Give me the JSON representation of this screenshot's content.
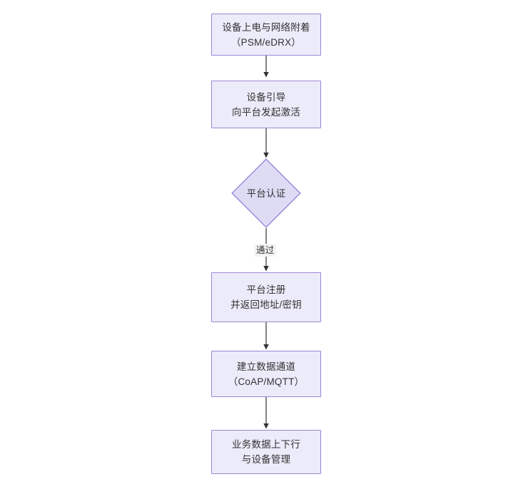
{
  "diagram": {
    "title": "",
    "type": "flowchart",
    "direction": "top-to-bottom",
    "colors": {
      "rect_fill": "#ecebfa",
      "rect_border": "#9b86d9",
      "diamond_fill": "#dedcf5",
      "diamond_border": "#9b86d9",
      "edge_stroke": "#333333",
      "text": "#333333",
      "edge_label_bg": "#f4f4f4",
      "background": "#ffffff"
    },
    "nodes": [
      {
        "id": "n1",
        "shape": "rect",
        "lines": [
          "设备上电与网络附着",
          "（PSM/eDRX）"
        ]
      },
      {
        "id": "n2",
        "shape": "rect",
        "lines": [
          "设备引导",
          "向平台发起激活"
        ]
      },
      {
        "id": "n3",
        "shape": "diamond",
        "lines": [
          "平台认证"
        ]
      },
      {
        "id": "n4",
        "shape": "rect",
        "lines": [
          "平台注册",
          "并返回地址/密钥"
        ]
      },
      {
        "id": "n5",
        "shape": "rect",
        "lines": [
          "建立数据通道",
          "（CoAP/MQTT）"
        ]
      },
      {
        "id": "n6",
        "shape": "rect",
        "lines": [
          "业务数据上下行",
          "与设备管理"
        ]
      }
    ],
    "edges": [
      {
        "id": "e1",
        "from": "n1",
        "to": "n2",
        "label": ""
      },
      {
        "id": "e2",
        "from": "n2",
        "to": "n3",
        "label": ""
      },
      {
        "id": "e3",
        "from": "n3",
        "to": "n4",
        "label": "通过"
      },
      {
        "id": "e4",
        "from": "n4",
        "to": "n5",
        "label": ""
      },
      {
        "id": "e5",
        "from": "n5",
        "to": "n6",
        "label": ""
      }
    ]
  }
}
